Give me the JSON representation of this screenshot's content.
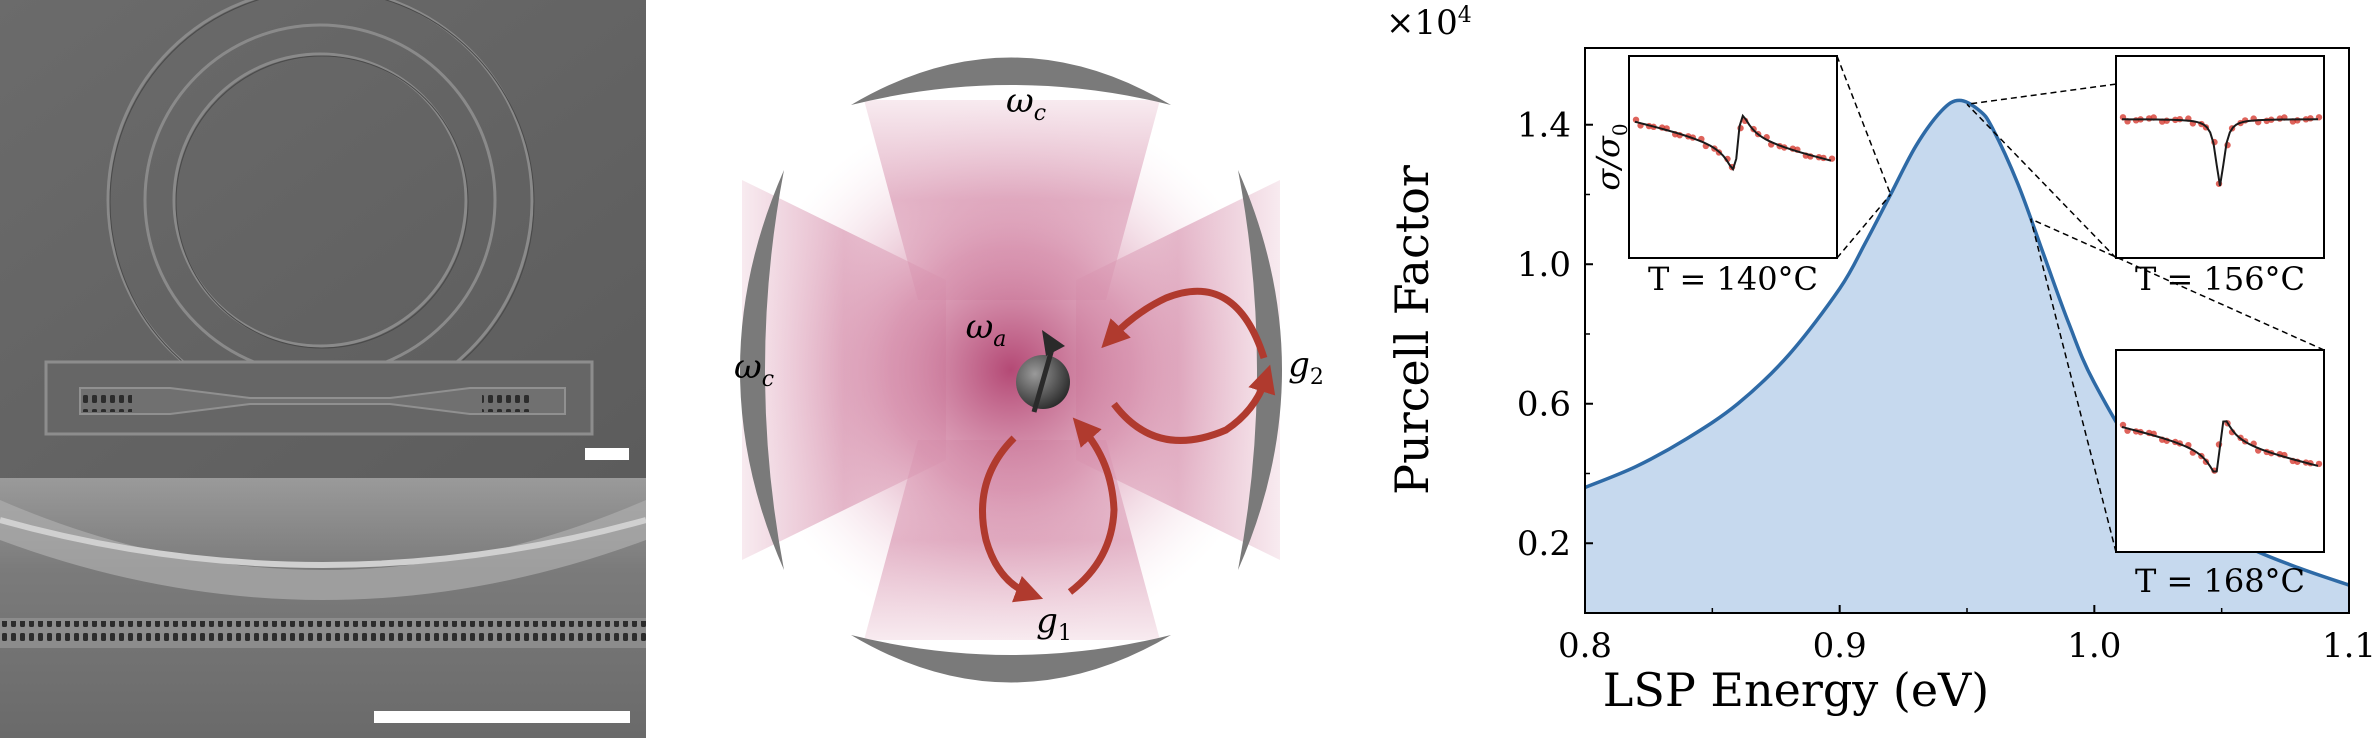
{
  "cavity": {
    "label_top": "ω",
    "label_top_sub": "c",
    "label_left": "ω",
    "label_left_sub": "c",
    "label_atom": "ω",
    "label_atom_sub": "a",
    "label_g1": "g",
    "label_g1_sub": "1",
    "label_g2": "g",
    "label_g2_sub": "2"
  },
  "chart_data": {
    "type": "area",
    "xlabel": "LSP Energy (eV)",
    "ylabel": "Purcell Factor",
    "y_multiplier_base": "×10",
    "y_multiplier_exp": "4",
    "xlim": [
      0.8,
      1.1
    ],
    "ylim": [
      0.0,
      1.62
    ],
    "x_ticks": [
      0.8,
      0.9,
      1.0,
      1.1
    ],
    "x_tick_labels": [
      "0.8",
      "0.9",
      "1.0",
      "1.1"
    ],
    "y_ticks": [
      0.2,
      0.6,
      1.0,
      1.4
    ],
    "y_tick_labels": [
      "0.2",
      "0.6",
      "1.0",
      "1.4"
    ],
    "grid": false,
    "series": [
      {
        "x": [
          0.8,
          0.82,
          0.84,
          0.86,
          0.88,
          0.9,
          0.91,
          0.92,
          0.93,
          0.94,
          0.947,
          0.955,
          0.96,
          0.97,
          0.98,
          0.99,
          1.0,
          1.02,
          1.04,
          1.06,
          1.08,
          1.1
        ],
        "y": [
          0.36,
          0.42,
          0.5,
          0.6,
          0.74,
          0.93,
          1.06,
          1.2,
          1.34,
          1.44,
          1.47,
          1.44,
          1.39,
          1.23,
          1.03,
          0.83,
          0.66,
          0.42,
          0.28,
          0.19,
          0.13,
          0.08
        ]
      }
    ],
    "colors": {
      "line": "#2e6aa6",
      "fill": "#c6d9ee",
      "data_points": "#d63c32",
      "fit": "#1a1a1a"
    },
    "insets": [
      {
        "label": "T = 140°C",
        "ylabel": "σ/σ",
        "ylabel_sub": "0",
        "lineshape": "dispersive",
        "points_to_x": 0.92
      },
      {
        "label": "T = 156°C",
        "lineshape": "dip",
        "points_to_x": 0.95
      },
      {
        "label": "T = 168°C",
        "lineshape": "dispersive",
        "points_to_x": 0.975
      }
    ]
  }
}
